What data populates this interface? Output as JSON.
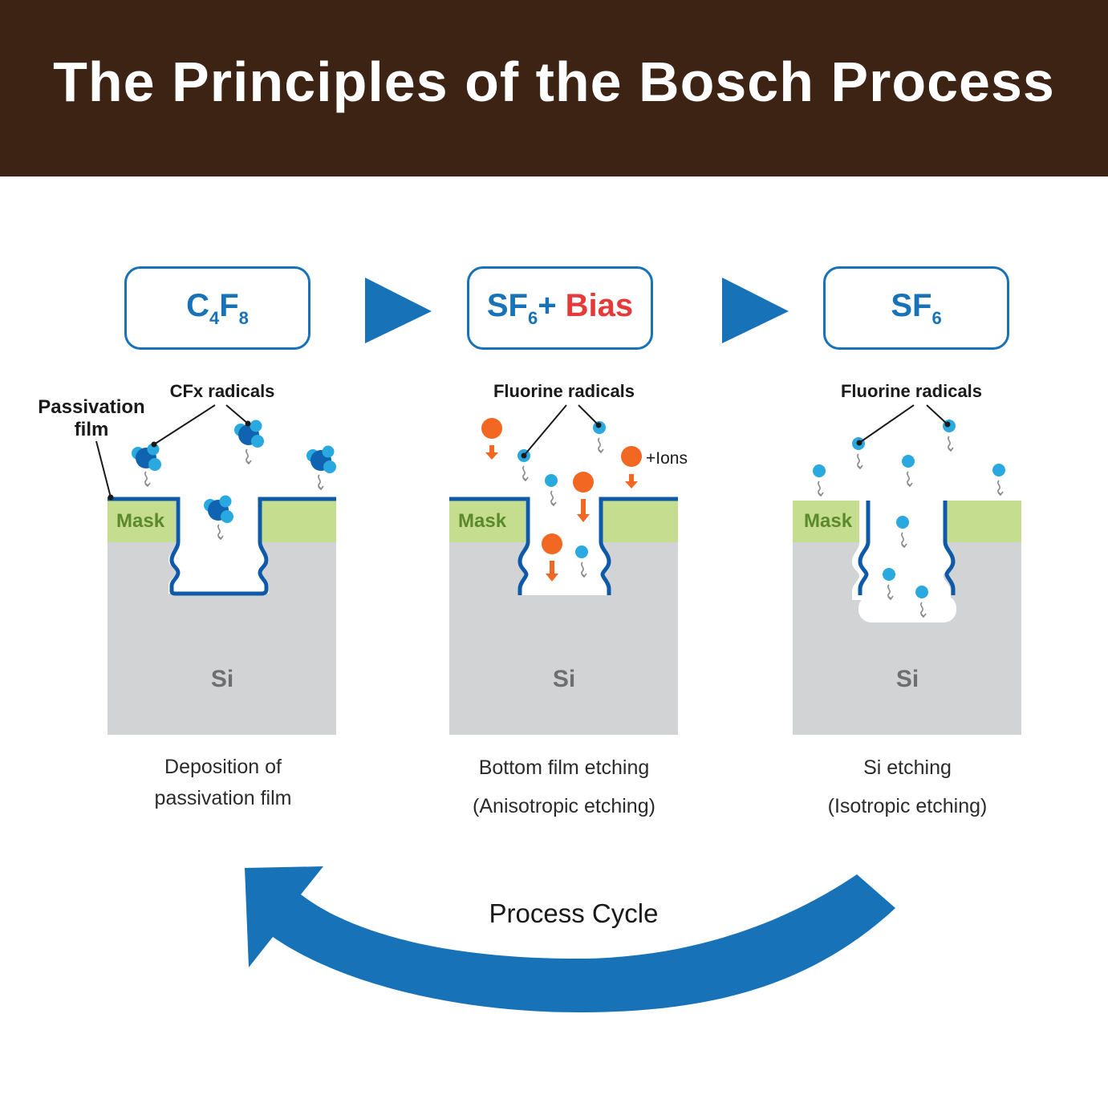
{
  "title": "The Principles of the Bosch Process",
  "colors": {
    "header_bg": "#3d2314",
    "accent_blue": "#1872b8",
    "bias_red": "#e6393a",
    "mask_green": "#c5dd8e",
    "mask_text": "#5b8a2e",
    "silicon_gray": "#d2d3d5",
    "ion_orange": "#f26722",
    "radical_blue": "#29a9e0"
  },
  "steps": [
    {
      "gas": {
        "base1": "C",
        "sub1": "4",
        "base2": "F",
        "sub2": "8"
      },
      "radical_label": "CFx radicals",
      "side_label_line1": "Passivation",
      "side_label_line2": "film",
      "mask_label": "Mask",
      "substrate_label": "Si",
      "caption_line1": "Deposition of",
      "caption_line2": "passivation film"
    },
    {
      "gas": {
        "base1": "SF",
        "sub1": "6",
        "plus": "+ ",
        "bias": "Bias"
      },
      "radical_label": "Fluorine radicals",
      "ion_label": "+Ions",
      "mask_label": "Mask",
      "substrate_label": "Si",
      "caption_line1": "Bottom film etching",
      "caption_line2": "(Anisotropic etching)"
    },
    {
      "gas": {
        "base1": "SF",
        "sub1": "6"
      },
      "radical_label": "Fluorine radicals",
      "mask_label": "Mask",
      "substrate_label": "Si",
      "caption_line1": "Si etching",
      "caption_line2": "(Isotropic etching)"
    }
  ],
  "cycle_label": "Process Cycle",
  "icons": {
    "step_arrow": "right-triangle-arrow",
    "cycle_arrow": "curved-return-arrow",
    "cfx_molecule": "molecule-icon",
    "fluorine_radical": "radical-dot-icon",
    "ion": "ion-icon"
  }
}
